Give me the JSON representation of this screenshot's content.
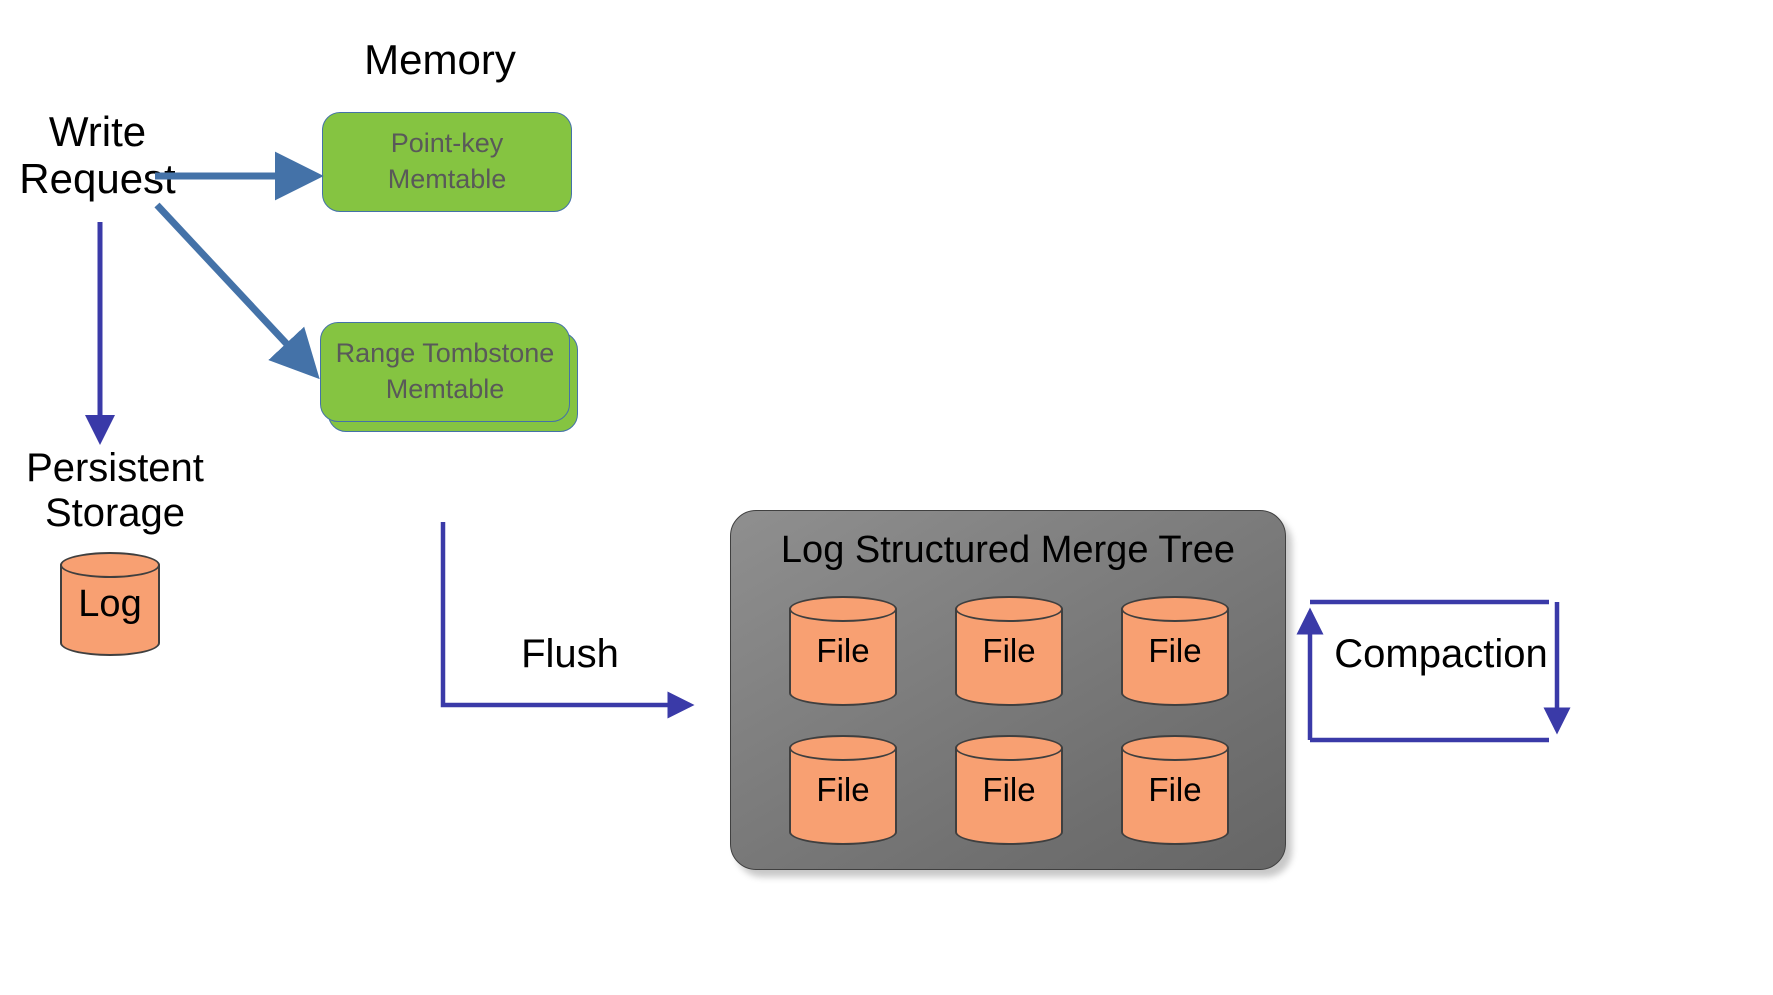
{
  "diagram": {
    "title": "LSM Tree Write Path",
    "background": "#FFFFFF",
    "colors": {
      "memtable_fill": "#85C441",
      "memtable_border": "#4472A8",
      "memtable_text": "#595959",
      "cylinder_fill": "#F8A072",
      "cylinder_border": "#3F3F3F",
      "lsm_fill": "#808080",
      "lsm_border": "#404040",
      "arrow_blue_thick": "#4472A8",
      "arrow_blue_thin": "#3A3AA8",
      "label_text": "#000000"
    }
  },
  "labels": {
    "memory": "Memory",
    "write_line1": "Write",
    "write_line2": "Request",
    "persistent_line1": "Persistent",
    "persistent_line2": "Storage",
    "flush": "Flush",
    "compaction": "Compaction"
  },
  "memtables": [
    {
      "id": "point-key",
      "line1": "Point-key",
      "line2": "Memtable"
    },
    {
      "id": "range-tombstone",
      "line1": "Range Tombstone",
      "line2": "Memtable"
    }
  ],
  "log_store": {
    "label": "Log"
  },
  "lsm": {
    "title": "Log Structured Merge Tree",
    "files": [
      {
        "label": "File"
      },
      {
        "label": "File"
      },
      {
        "label": "File"
      },
      {
        "label": "File"
      },
      {
        "label": "File"
      },
      {
        "label": "File"
      }
    ]
  },
  "arrows": [
    {
      "name": "write-to-point-key-memtable",
      "style": "thick-straight"
    },
    {
      "name": "write-to-range-tombstone-memtable",
      "style": "thick-diagonal"
    },
    {
      "name": "write-to-persistent-storage",
      "style": "thin-vertical"
    },
    {
      "name": "flush-to-lsm",
      "style": "thin-elbow"
    },
    {
      "name": "compaction-loop",
      "style": "thin-rect-loop"
    }
  ]
}
